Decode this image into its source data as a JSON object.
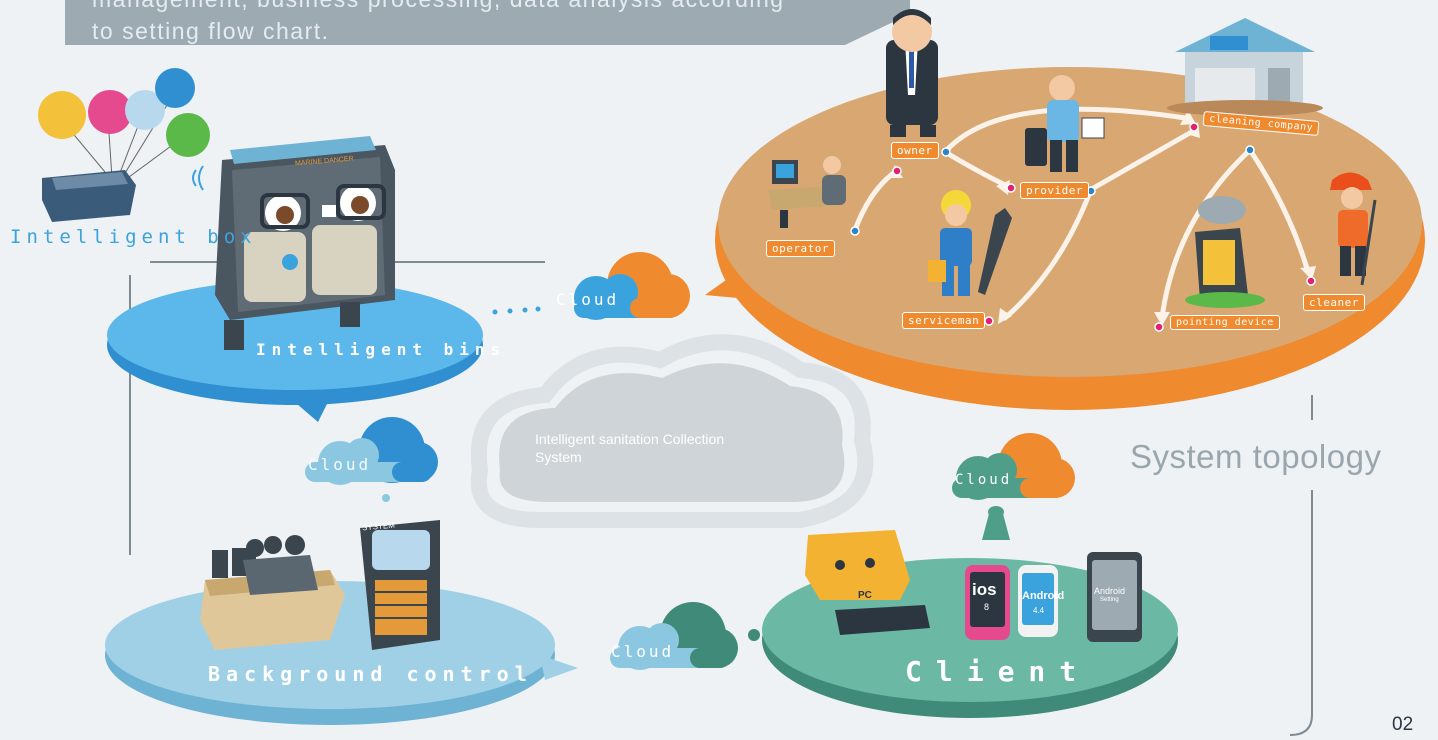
{
  "banner": {
    "line1": "management, business processing, data analysis according",
    "line2": "to setting flow chart."
  },
  "labels": {
    "intelligent_box": "Intelligent box",
    "intelligent_bins": "Intelligent bins",
    "background_control": "Background control",
    "client": "Client",
    "system_topology": "System topology",
    "page_number": "02"
  },
  "clouds": {
    "top": "Cloud",
    "left": "Cloud",
    "bottom": "Cloud",
    "right": "Cloud"
  },
  "center_cloud": {
    "line1": "Intelligent sanitation Collection",
    "line2": "System"
  },
  "roles": {
    "owner": "owner",
    "operator": "operator",
    "provider": "provider",
    "cleaning_company": "cleaning company",
    "serviceman": "serviceman",
    "pointing_device": "pointing device",
    "cleaner": "cleaner"
  },
  "bin_sign": "MARINE DANCER",
  "server_sign": "SYSTEM",
  "pc_label": "PC",
  "phones": {
    "ios": "ios",
    "ios_version": "8",
    "android": "Android",
    "android_version": "4.4",
    "tablet": "Android",
    "tablet_sub": "Setting"
  },
  "colors": {
    "orange": "#ef8a2e",
    "tan": "#d9a772",
    "blue": "#3aa3dd",
    "light_blue": "#8cc7e1",
    "teal": "#4e9e8a",
    "banner_gray": "#9daab2"
  }
}
